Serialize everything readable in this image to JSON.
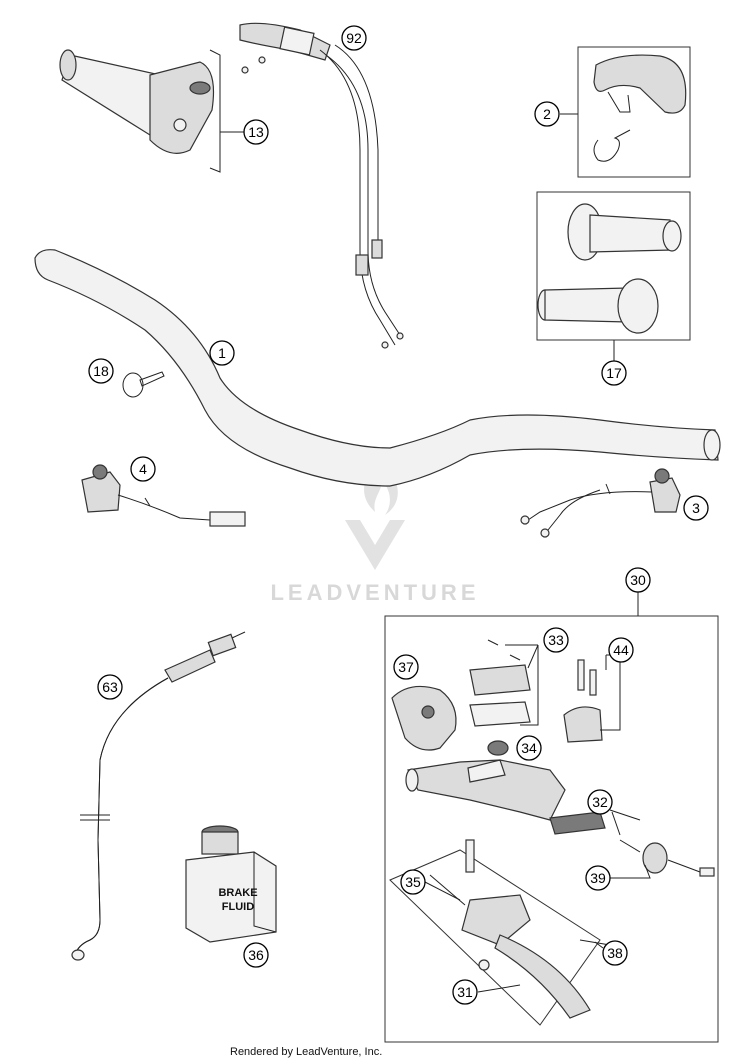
{
  "watermark": {
    "text": "LEADVENTURE"
  },
  "footer": {
    "text": "Rendered by LeadVenture, Inc."
  },
  "container_label": {
    "text": "BRAKE\nFLUID",
    "line1": "BRAKE",
    "line2": "FLUID"
  },
  "callouts": [
    {
      "id": "c92",
      "label": "92"
    },
    {
      "id": "c13",
      "label": "13"
    },
    {
      "id": "c2",
      "label": "2"
    },
    {
      "id": "c17",
      "label": "17"
    },
    {
      "id": "c1",
      "label": "1"
    },
    {
      "id": "c18",
      "label": "18"
    },
    {
      "id": "c4",
      "label": "4"
    },
    {
      "id": "c3",
      "label": "3"
    },
    {
      "id": "c30",
      "label": "30"
    },
    {
      "id": "c63",
      "label": "63"
    },
    {
      "id": "c33",
      "label": "33"
    },
    {
      "id": "c44",
      "label": "44"
    },
    {
      "id": "c37",
      "label": "37"
    },
    {
      "id": "c34",
      "label": "34"
    },
    {
      "id": "c32",
      "label": "32"
    },
    {
      "id": "c39",
      "label": "39"
    },
    {
      "id": "c35",
      "label": "35"
    },
    {
      "id": "c38",
      "label": "38"
    },
    {
      "id": "c36",
      "label": "36"
    },
    {
      "id": "c31",
      "label": "31"
    }
  ]
}
